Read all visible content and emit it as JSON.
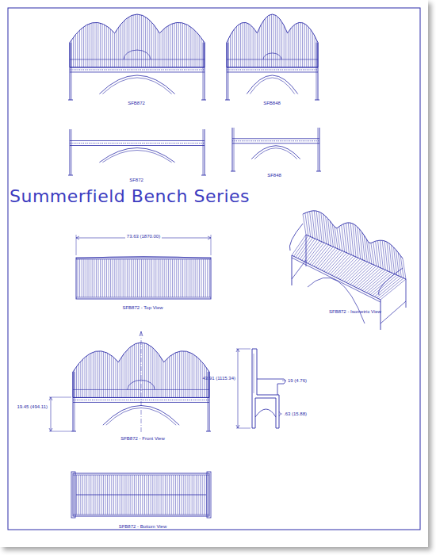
{
  "diagram": {
    "title": "Summerfield Bench Series",
    "labels": [
      "SFB872",
      "SFB848",
      "SF872",
      "SF848",
      "73.63 (1870.00)",
      "SFB872 - Top View",
      "SFB872 - Isometric View",
      "19.45 (494.11)",
      "SFB872 - Front View",
      "43.91 (1115.34)",
      "19 (4.76)",
      ".63 (15.88)",
      "SFB872 - Bottom View"
    ]
  }
}
